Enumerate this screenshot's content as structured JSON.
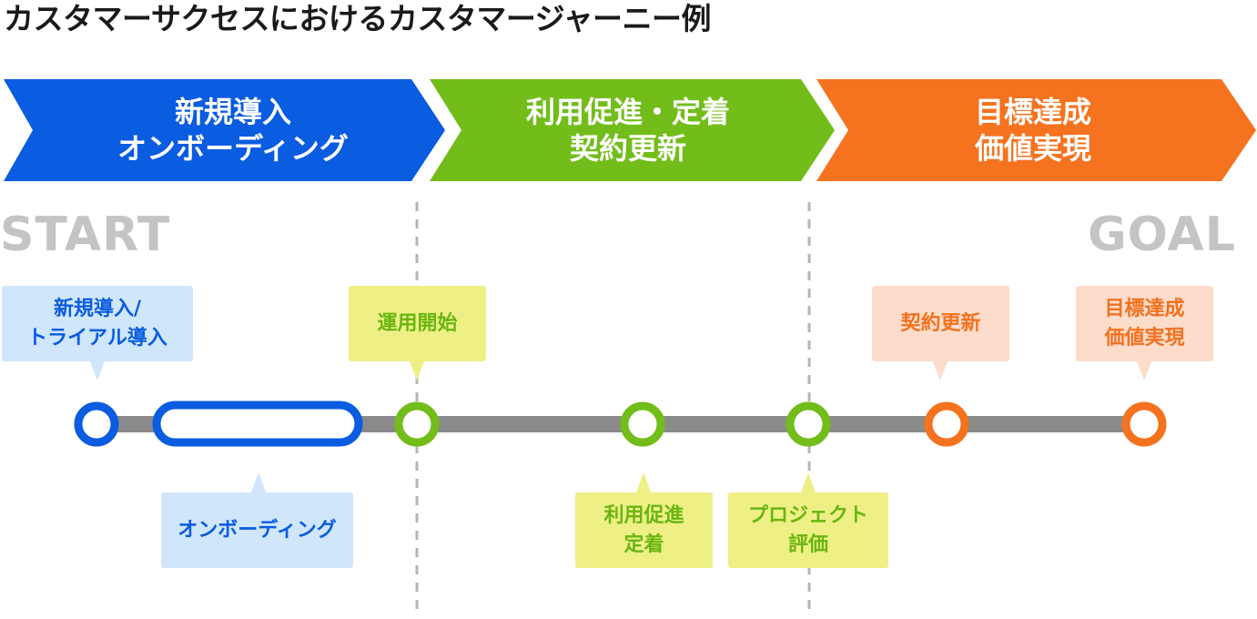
{
  "title": "カスタマーサクセスにおけるカスタマージャーニー例",
  "colors": {
    "blue": "#0a5ce0",
    "green": "#72bd1a",
    "orange": "#f5731f",
    "track": "#8a8a8a",
    "divider": "#b5b5b5",
    "start_goal": "#c4c4c4"
  },
  "phases": [
    {
      "line1": "新規導入",
      "line2": "オンボーディング"
    },
    {
      "line1": "利用促進・定着",
      "line2": "契約更新"
    },
    {
      "line1": "目標達成",
      "line2": "価値実現"
    }
  ],
  "start_label": "START",
  "goal_label": "GOAL",
  "milestones": {
    "trial": {
      "line1": "新規導入/",
      "line2": "トライアル導入"
    },
    "onboarding": "オンボーディング",
    "operation_start": "運用開始",
    "adoption": {
      "line1": "利用促進",
      "line2": "定着"
    },
    "project_review": {
      "line1": "プロジェクト",
      "line2": "評価"
    },
    "renewal": "契約更新",
    "goal": {
      "line1": "目標達成",
      "line2": "価値実現"
    }
  }
}
